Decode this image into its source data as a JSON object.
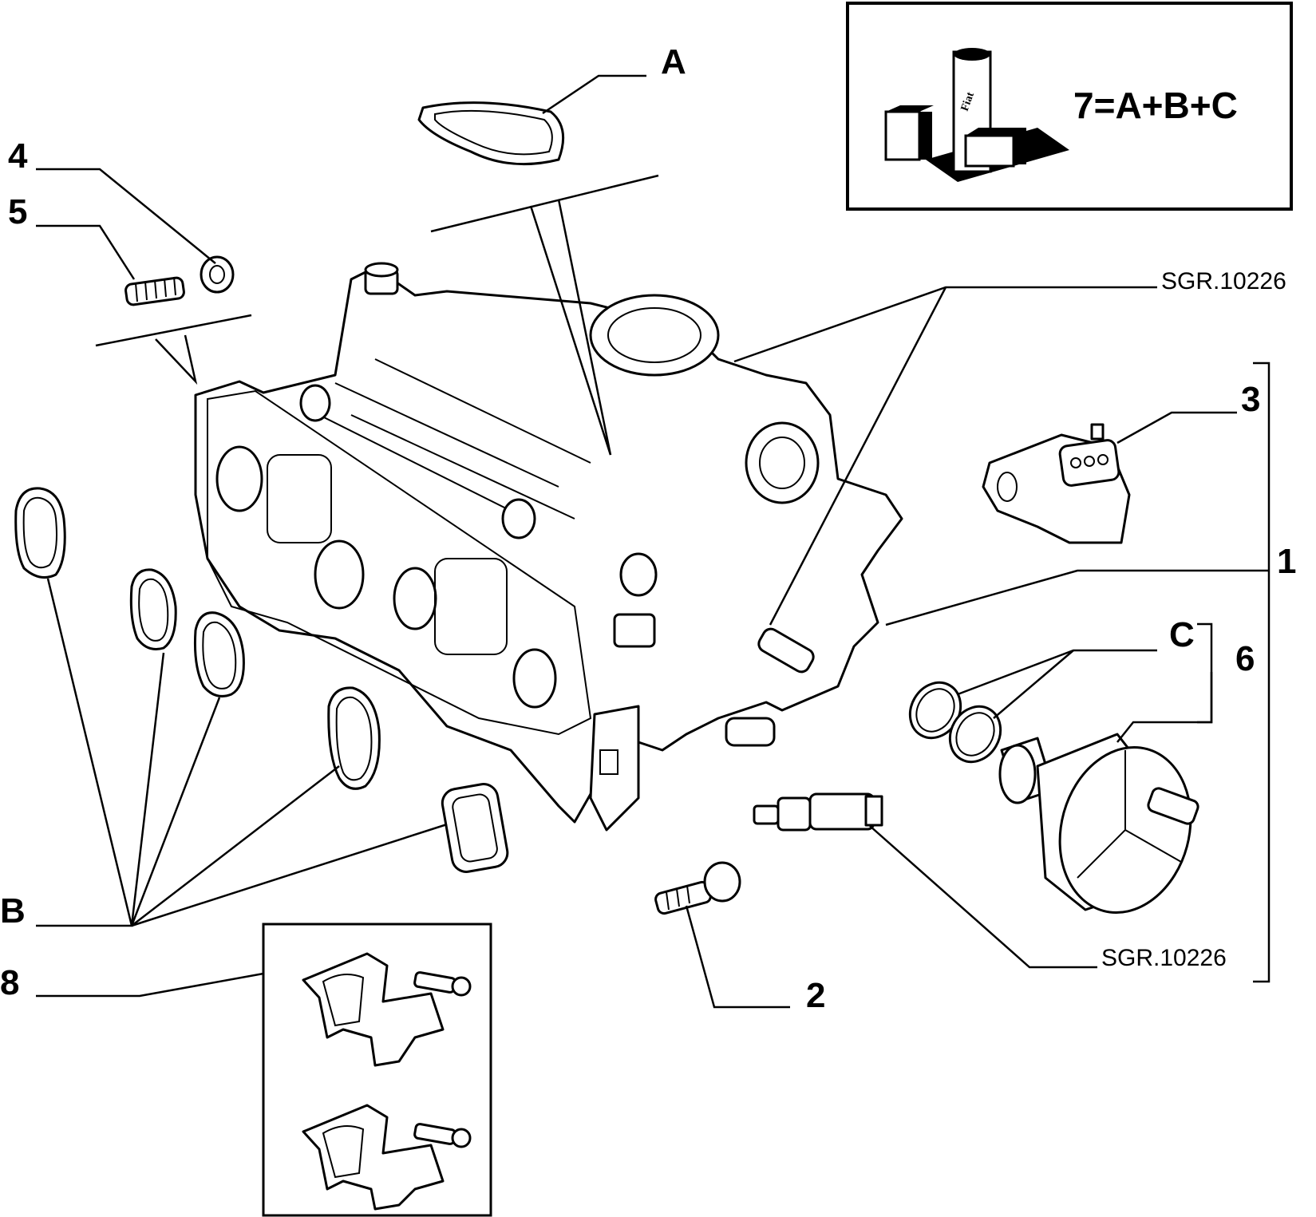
{
  "callouts": {
    "A": "A",
    "B": "B",
    "C": "C",
    "n1": "1",
    "n2": "2",
    "n3": "3",
    "n4": "4",
    "n5": "5",
    "n6": "6",
    "n8": "8"
  },
  "references": {
    "ref_top": "SGR.10226",
    "ref_bottom": "SGR.10226"
  },
  "kit_box": {
    "formula": "7=A+B+C",
    "can_label": "Fiat"
  }
}
